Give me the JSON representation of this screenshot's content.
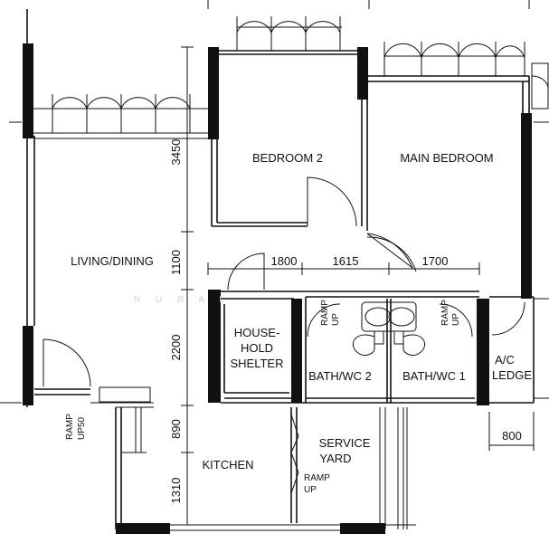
{
  "rooms": {
    "living_dining": "LIVING/DINING",
    "bedroom_2": "BEDROOM 2",
    "main_bedroom": "MAIN BEDROOM",
    "household_shelter": [
      "HOUSE-",
      "HOLD",
      "SHELTER"
    ],
    "bath_wc_2": "BATH/WC 2",
    "bath_wc_1": "BATH/WC 1",
    "ac_ledge": [
      "A/C",
      "LEDGE"
    ],
    "kitchen": "KITCHEN",
    "service_yard": [
      "SERVICE",
      "YARD"
    ]
  },
  "ramps": {
    "entrance": [
      "RAMP",
      "UP50"
    ],
    "bath_2": [
      "RAMP",
      "UP"
    ],
    "bath_1": [
      "RAMP",
      "UP"
    ],
    "service_yard": [
      "RAMP",
      "UP"
    ]
  },
  "dimensions": {
    "vertical": [
      "3450",
      "1100",
      "2200",
      "890",
      "1310"
    ],
    "horizontal": [
      "1800",
      "1615",
      "1700"
    ],
    "ledge_width": "800"
  },
  "watermark": "N U R   A L"
}
